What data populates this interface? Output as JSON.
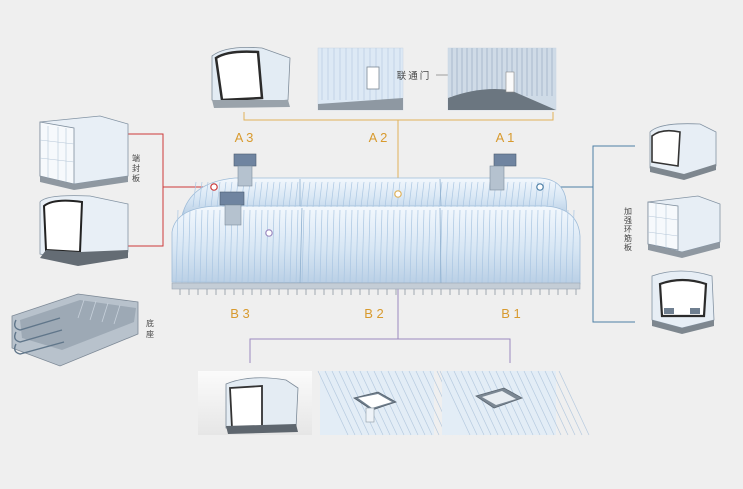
{
  "colors": {
    "background": "#efefef",
    "a_line": "#e0b25a",
    "b_line": "#9b88bf",
    "red_line": "#cc3a3a",
    "blue_line": "#4d7fa6",
    "label": "#d89a2e",
    "module_fill": "#dbe9f6",
    "module_rib": "#aac6e2",
    "vent": "#8597a6"
  },
  "labels": {
    "a3": "A 3",
    "a2": "A 2",
    "a1": "A 1",
    "b3": "B 3",
    "b2": "B 2",
    "b1": "B 1",
    "connecting_door": "联通门",
    "end_sealing_plate": "端封板",
    "base": "底座",
    "reinforcement_chars": [
      "加",
      "强",
      "环",
      "筋",
      "板"
    ]
  }
}
